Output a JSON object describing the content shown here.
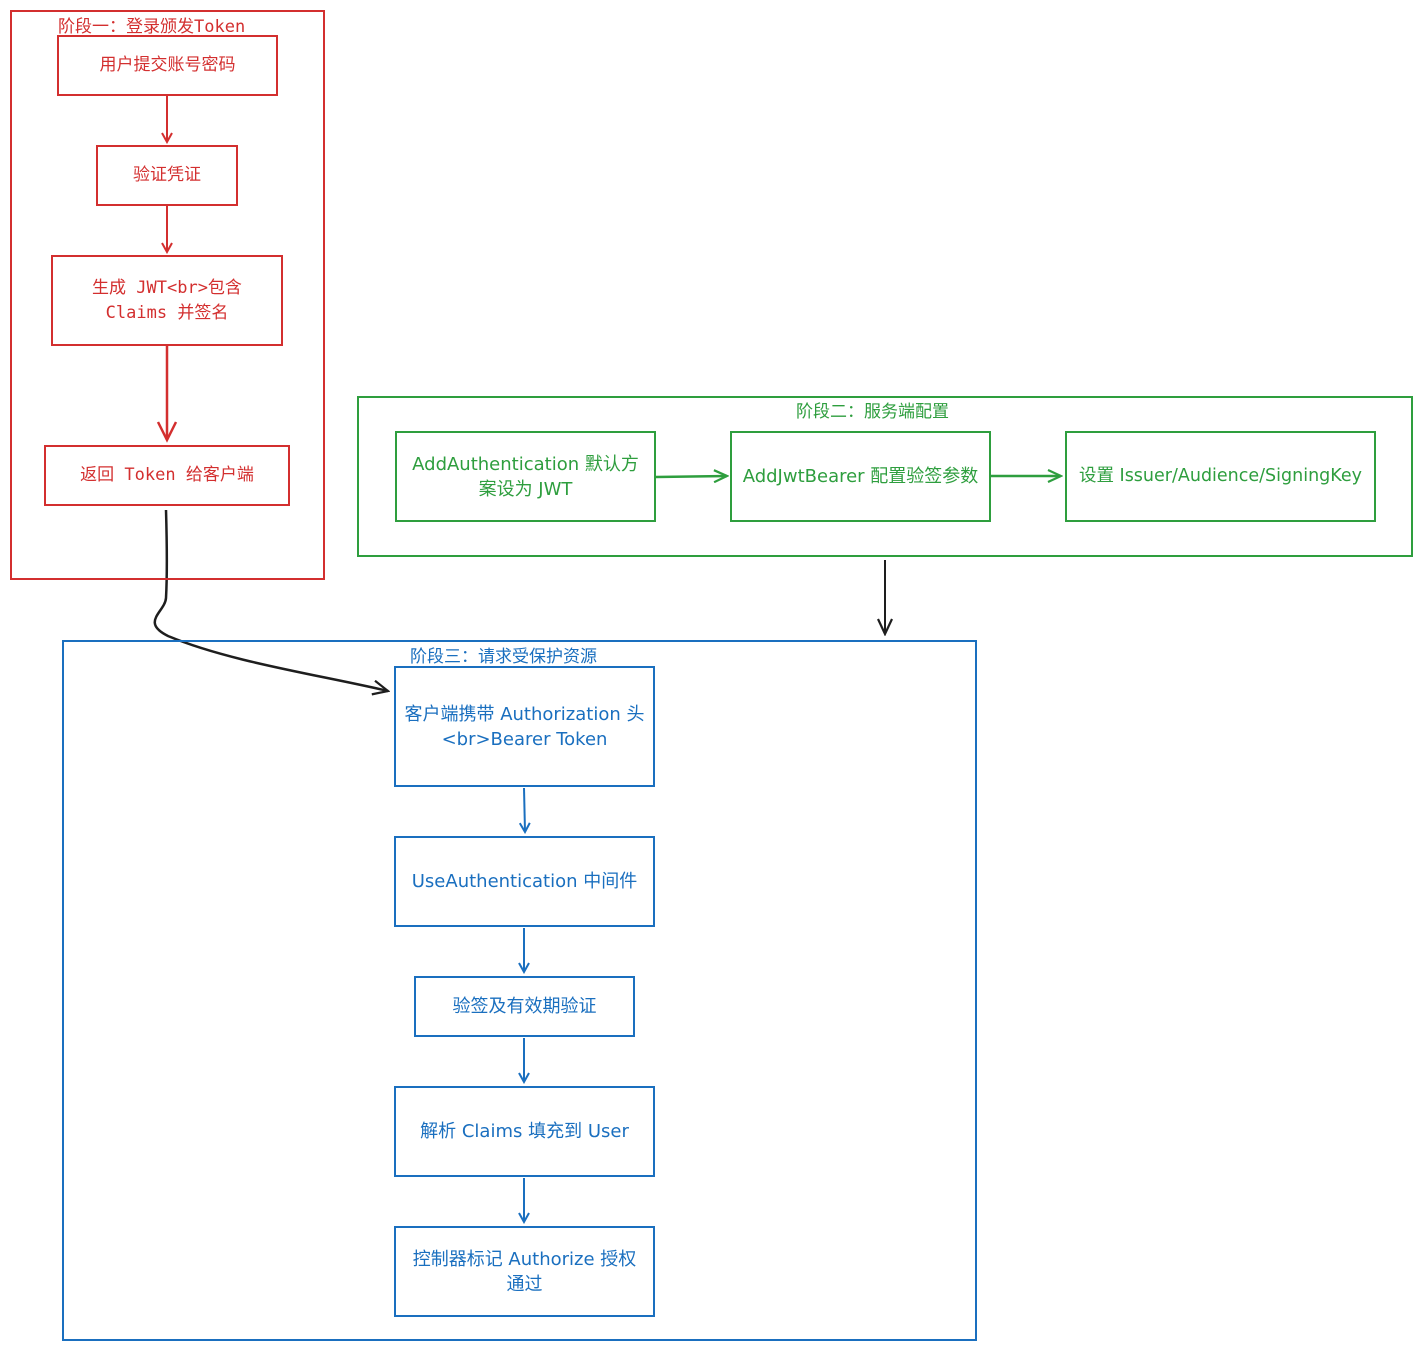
{
  "phase1": {
    "title": "阶段一：登录颁发Token",
    "steps": [
      "用户提交账号密码",
      "验证凭证",
      "生成 JWT<br>包含 Claims 并签名",
      "返回 Token 给客户端"
    ]
  },
  "phase2": {
    "title": "阶段二：服务端配置",
    "steps": [
      "AddAuthentication 默认方案设为 JWT",
      "AddJwtBearer 配置验签参数",
      "设置 Issuer/Audience/SigningKey"
    ]
  },
  "phase3": {
    "title": "阶段三：请求受保护资源",
    "steps": [
      "客户端携带 Authorization 头<br>Bearer Token",
      "UseAuthentication 中间件",
      "验签及有效期验证",
      "解析 Claims 填充到 User",
      "控制器标记 Authorize 授权通过"
    ]
  },
  "colors": {
    "phase1": "#d32f2f",
    "phase2": "#2e9e3e",
    "phase3": "#1a6fbf",
    "connector": "#1e1e1e"
  }
}
